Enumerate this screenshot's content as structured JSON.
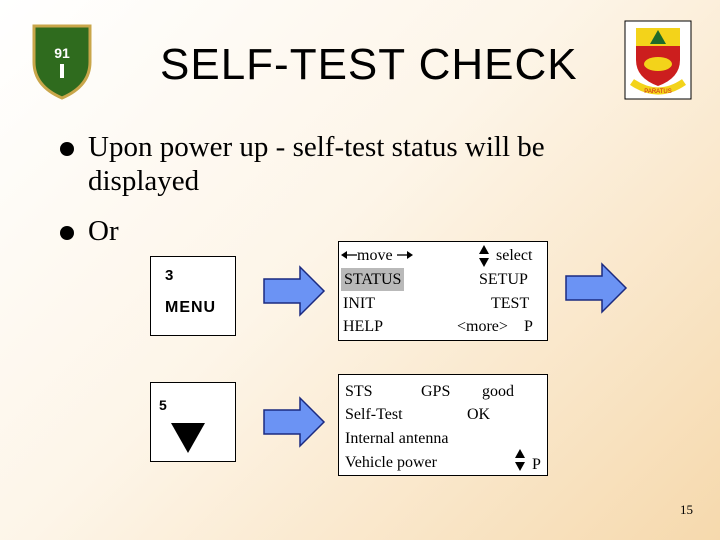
{
  "slide": {
    "title": "SELF-TEST CHECK",
    "page_number": "15"
  },
  "logos": {
    "left_badge_text": "91",
    "right_crest_text": "PARATUS"
  },
  "bullets": [
    {
      "text": "Upon power up - self-test status will be displayed"
    },
    {
      "text": "Or"
    }
  ],
  "keys": {
    "key1_number": "3",
    "key1_label": "MENU",
    "key2_number": "5"
  },
  "screen1": {
    "move": "move",
    "select": "select",
    "status": "STATUS",
    "setup": "SETUP",
    "init": "INIT",
    "test": "TEST",
    "help": "HELP",
    "more": "<more>",
    "p": "P"
  },
  "screen2": {
    "sts": "STS",
    "gps": "GPS",
    "good": "good",
    "self_test": "Self-Test",
    "ok": "OK",
    "internal_antenna": "Internal antenna",
    "vehicle_power": "Vehicle power",
    "p": "P"
  },
  "colors": {
    "arrow_fill": "#6b93f4",
    "badge_green": "#2f6b1e",
    "crest_red": "#cc1e1e",
    "crest_yellow": "#f3d31a"
  }
}
